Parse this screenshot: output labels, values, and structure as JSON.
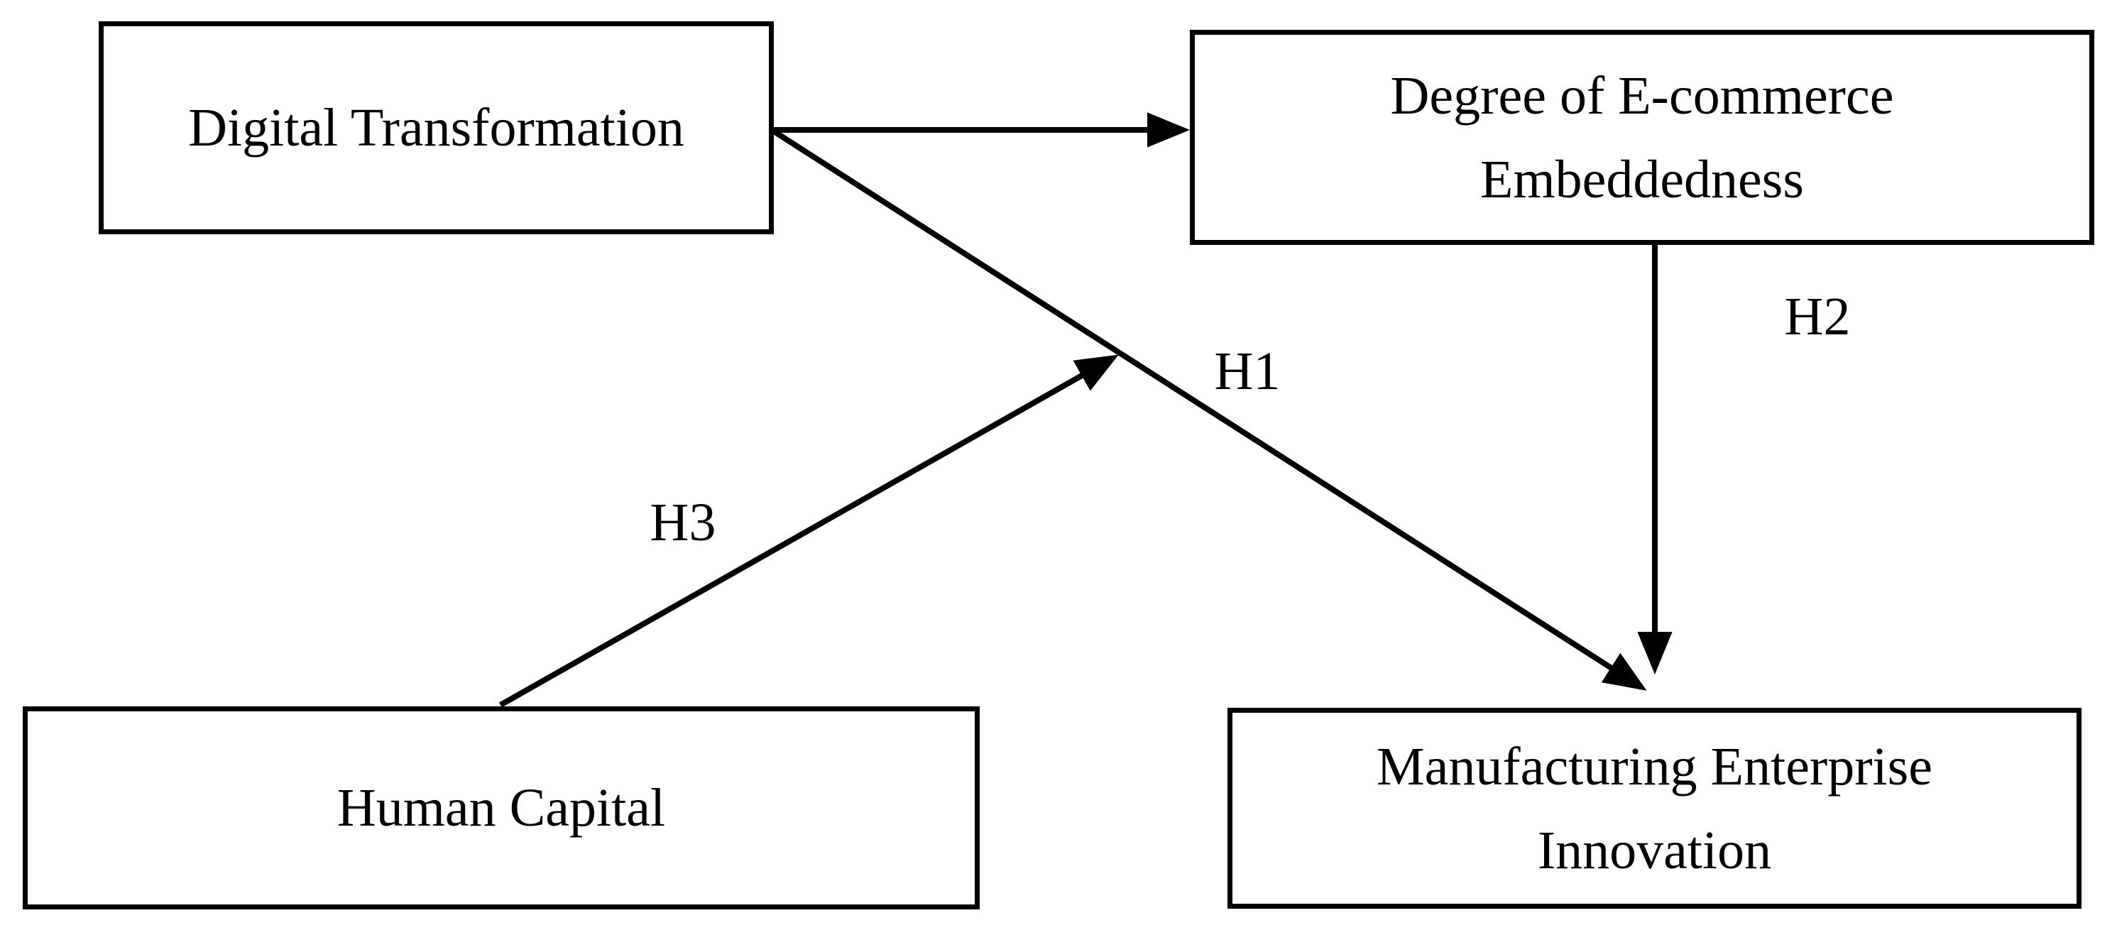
{
  "diagram": {
    "type": "research-model",
    "colors": {
      "background": "#ffffff",
      "line": "#000000",
      "box_border": "#000000",
      "text": "#000000"
    },
    "boxes": {
      "digital": {
        "label": "Digital Transformation"
      },
      "ecommerce": {
        "line1": "Degree of E-commerce",
        "line2": "Embeddedness"
      },
      "human": {
        "label": "Human Capital"
      },
      "manufacturing": {
        "line1": "Manufacturing Enterprise",
        "line2": "Innovation"
      }
    },
    "arrows": {
      "dt_to_ecommerce": {
        "label": "",
        "from": "Digital Transformation",
        "to": "Degree of E-commerce Embeddedness"
      },
      "h1": {
        "label": "H1",
        "from": "Digital Transformation",
        "to": "Manufacturing Enterprise Innovation"
      },
      "h2": {
        "label": "H2",
        "from": "Degree of E-commerce Embeddedness",
        "to": "Manufacturing Enterprise Innovation"
      },
      "h3": {
        "label": "H3",
        "from": "Human Capital",
        "to": "H1 arrow (Digital Transformation to Manufacturing Enterprise Innovation)"
      }
    }
  }
}
